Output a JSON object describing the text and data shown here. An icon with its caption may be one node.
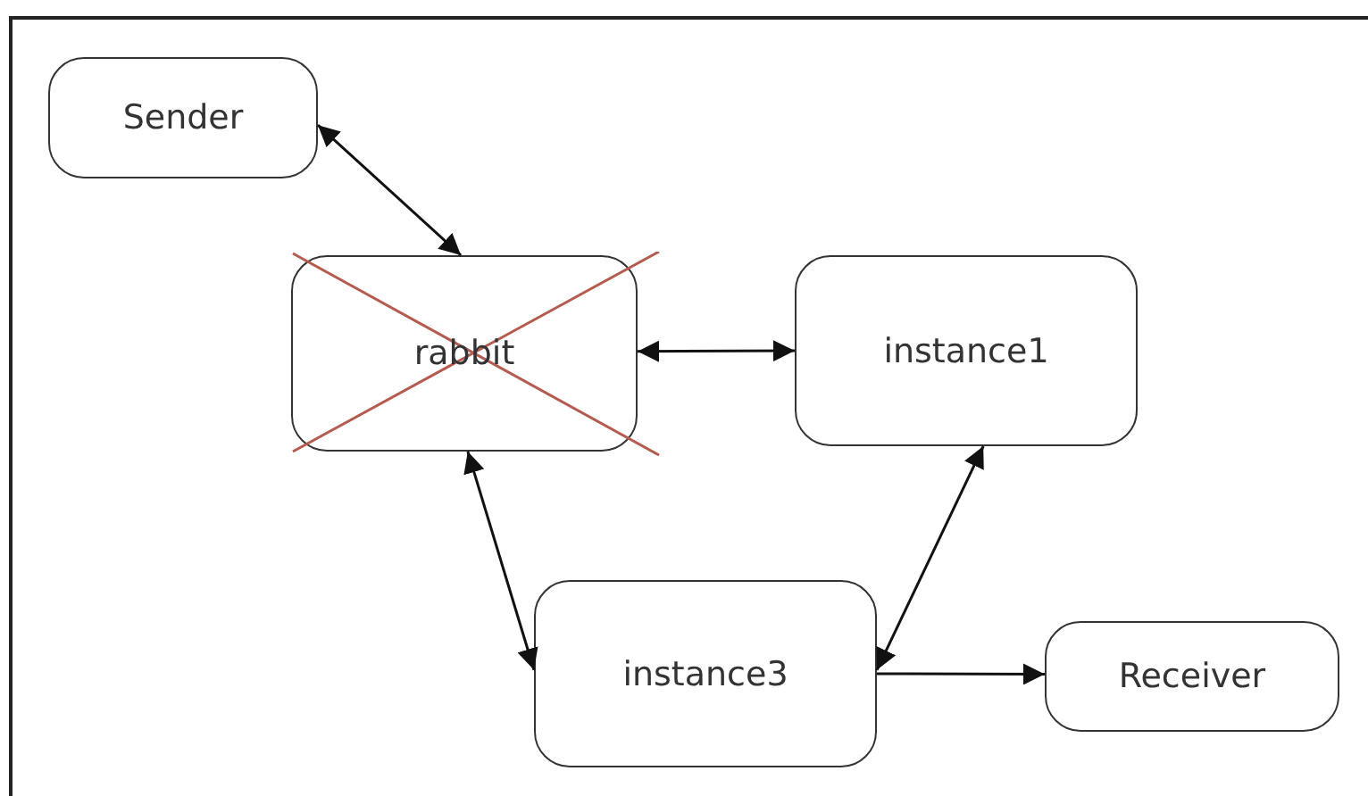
{
  "diagram": {
    "nodes": [
      {
        "text": [
          "Sender"
        ]
      },
      {
        "text": [
          "rabbit"
        ]
      },
      {
        "text": [
          "instance1"
        ]
      },
      {
        "text": [
          "instance3"
        ]
      },
      {
        "text": [
          "Receiver"
        ]
      }
    ],
    "edges": [
      {
        "from": 0,
        "to": 1,
        "arrow": "both"
      },
      {
        "from": 1,
        "to": 2,
        "arrow": "both"
      },
      {
        "from": 1,
        "to": 3,
        "arrow": "both"
      },
      {
        "from": 2,
        "to": 3,
        "arrow": "both"
      },
      {
        "from": 3,
        "to": 4,
        "arrow": "to"
      }
    ]
  }
}
